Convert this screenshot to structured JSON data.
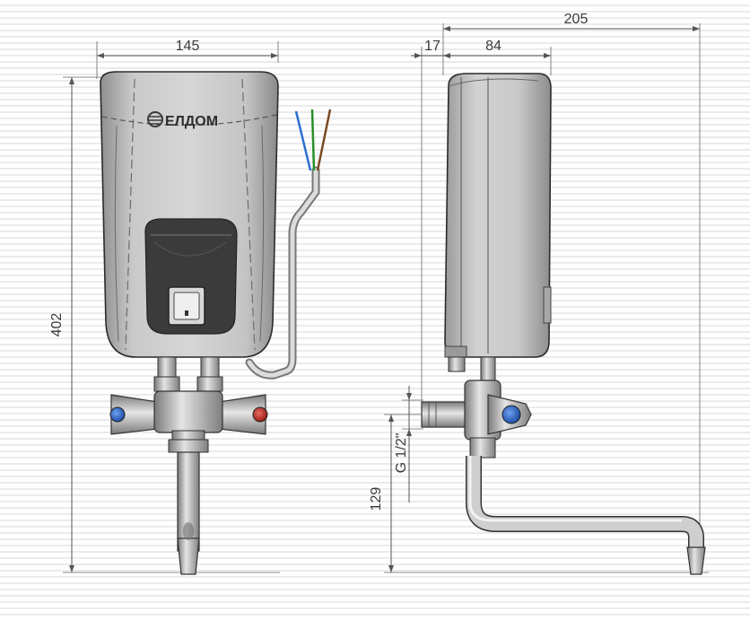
{
  "brand": {
    "name": "ЕЛДОМ"
  },
  "dimensions": {
    "front_width": "145",
    "total_height": "402",
    "side_total_depth": "205",
    "side_gap": "17",
    "side_body_depth": "84",
    "thread_spec": "G 1/2\"",
    "outlet_height": "129"
  },
  "colors": {
    "body": "#bcbcbc",
    "panel": "#3c3c3c",
    "cold_knob": "#2f62c2",
    "hot_knob": "#c23127",
    "wire_blue": "#2a6fd1",
    "wire_green": "#2a8f2a",
    "wire_brown": "#7a4a22"
  }
}
